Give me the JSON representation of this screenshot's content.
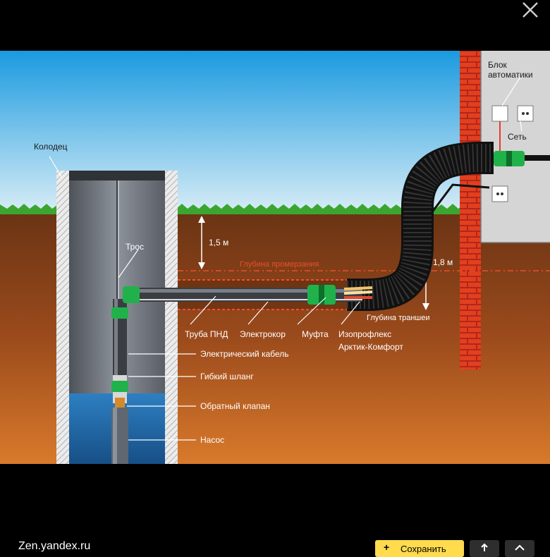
{
  "viewer": {
    "source_label": "Zen.yandex.ru",
    "save_label": "Сохранить"
  },
  "diagram": {
    "labels": {
      "well": "Колодец",
      "cable_rope": "Трос",
      "depth_1": "1,5 м",
      "freeze_depth": "Глубина промерзания",
      "depth_2": "1,8 м",
      "trench_depth": "Глубина траншеи",
      "pipe": "Труба ПНД",
      "heater": "Электрокор",
      "coupling": "Муфта",
      "insulation_1": "Изопрофлекс",
      "insulation_2": "Арктик-Комфорт",
      "electric_cable": "Электрический кабель",
      "flex_hose": "Гибкий шланг",
      "check_valve": "Обратный клапан",
      "pump": "Насос",
      "automation_1": "Блок",
      "automation_2": "автоматики",
      "mains": "Сеть"
    },
    "colors": {
      "sky_top": "#1b9ae0",
      "sky_bottom": "#d6ecf6",
      "grass": "#3aa62f",
      "soil_top": "#6b3414",
      "soil_bottom": "#d97a2c",
      "brick": "#e1401f",
      "pipe_green": "#21b14b",
      "freeze_line": "#e8502a"
    }
  }
}
